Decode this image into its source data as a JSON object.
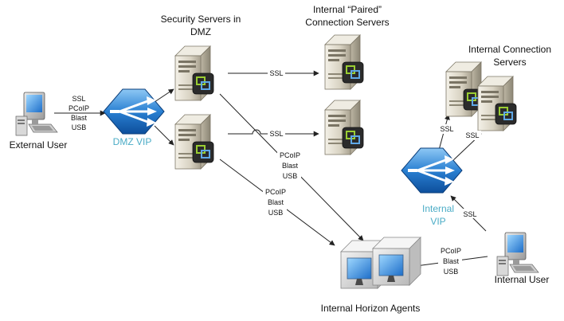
{
  "labels": {
    "security_servers_line1": "Security Servers in",
    "security_servers_line2": "DMZ",
    "paired_line1": "Internal “Paired”",
    "paired_line2": "Connection Servers",
    "internal_conn_line1": "Internal Connection",
    "internal_conn_line2": "Servers",
    "external_user": "External User",
    "dmz_vip": "DMZ VIP",
    "internal_vip_line1": "Internal",
    "internal_vip_line2": "VIP",
    "internal_user": "Internal User",
    "horizon_agents": "Internal Horizon Agents"
  },
  "protocols": {
    "ssl": "SSL",
    "pcoip": "PCoIP",
    "blast": "Blast",
    "usb": "USB"
  },
  "colors": {
    "vip_label": "#4bacc6",
    "vip_icon": "#1f6fc4",
    "server_body": "#d9d4c6",
    "server_badge": "#333333",
    "badge_accent": "#9acd32",
    "line": "#222222"
  },
  "icons": {
    "server": "server-icon",
    "load_balancer": "load-balancer-icon",
    "workstation": "workstation-icon",
    "virtual_desktop": "virtual-desktop-icon"
  }
}
